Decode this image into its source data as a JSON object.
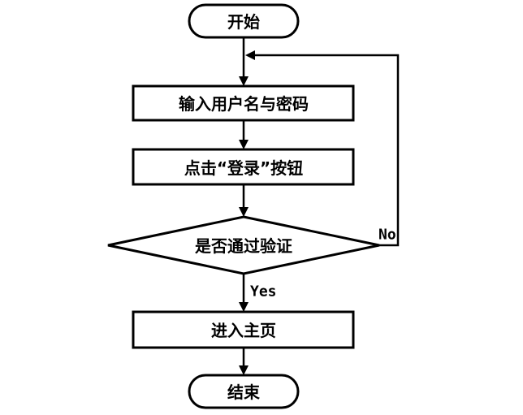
{
  "nodes": {
    "start": "开始",
    "input_credentials": "输入用户名与密码",
    "click_login": "点击“登录”按钮",
    "verify_decision": "是否通过验证",
    "enter_home": "进入主页",
    "end": "结束"
  },
  "branches": {
    "yes": "Yes",
    "no": "No"
  },
  "colors": {
    "stroke": "#000000",
    "fill": "#ffffff",
    "text": "#000000"
  }
}
